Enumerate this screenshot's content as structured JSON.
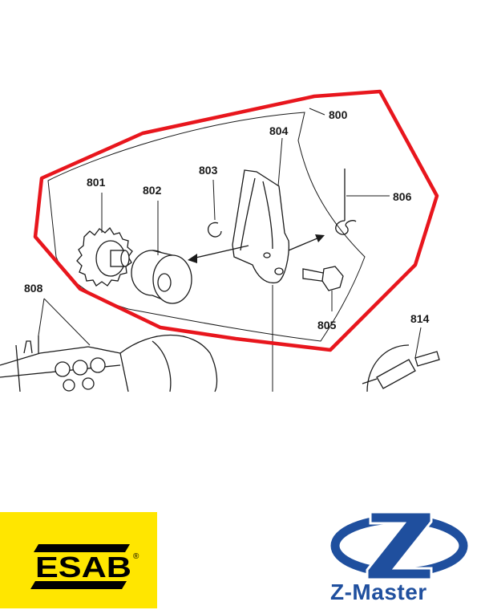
{
  "diagram": {
    "labels": {
      "l800": "800",
      "l801": "801",
      "l802": "802",
      "l803": "803",
      "l804": "804",
      "l805": "805",
      "l806": "806",
      "l808": "808",
      "l814": "814"
    },
    "highlight_color": "#e8161d"
  },
  "logos": {
    "esab": {
      "text": "ESAB",
      "mark": "®",
      "background": "#ffe600"
    },
    "zmaster": {
      "text": "Z-Master",
      "color": "#1f4f9e"
    }
  }
}
